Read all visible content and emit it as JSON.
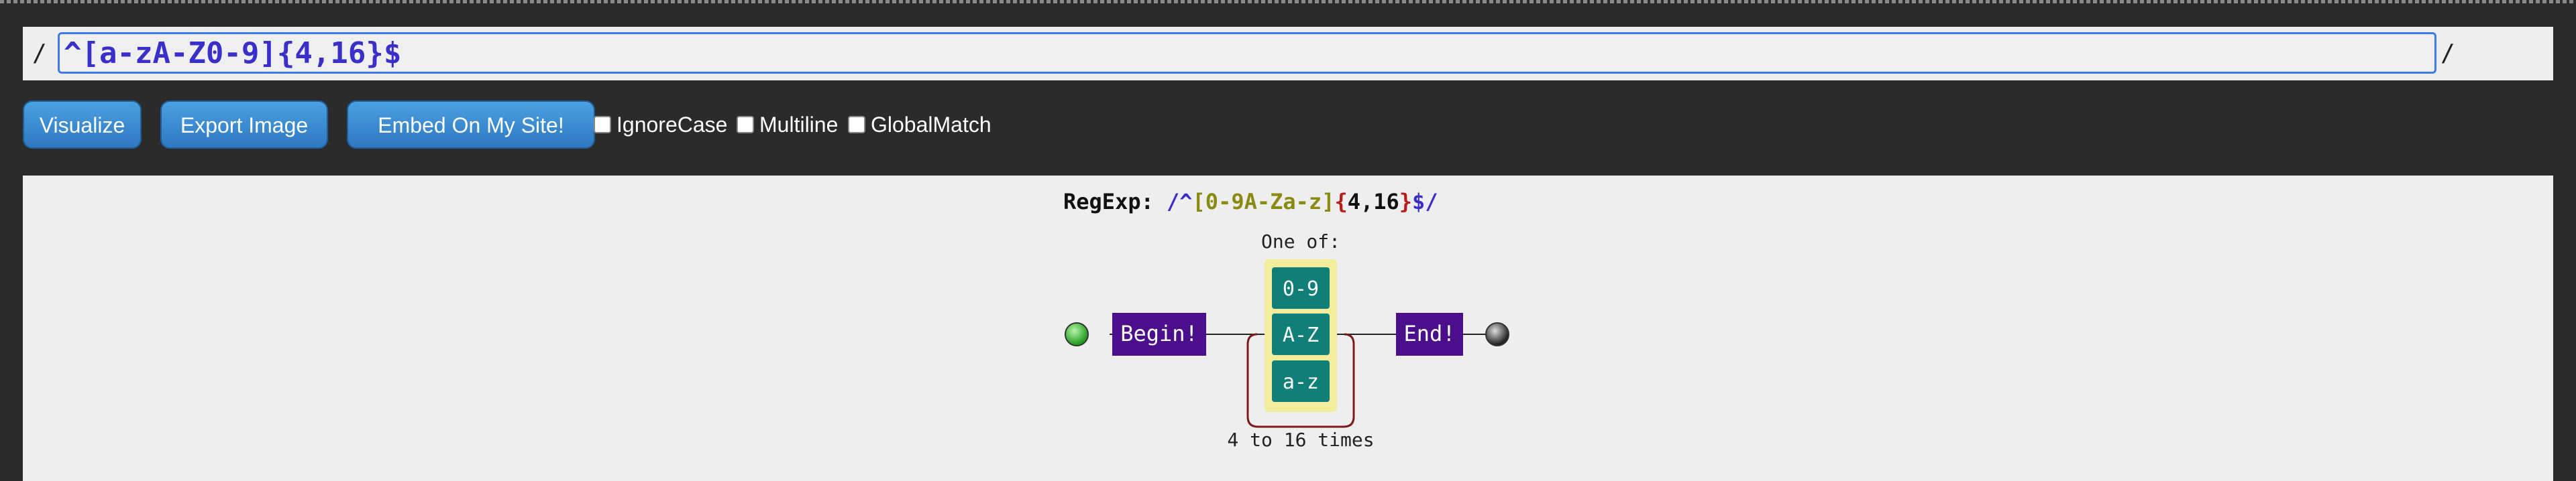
{
  "regex_bar": {
    "left_delimiter": "/",
    "right_delimiter": "/",
    "pattern": "^[a-zA-Z0-9]{4,16}$"
  },
  "toolbar": {
    "visualize_label": "Visualize",
    "export_label": "Export Image",
    "embed_label": "Embed On My Site!"
  },
  "options": {
    "ignore_case": {
      "label": "IgnoreCase",
      "checked": false
    },
    "multiline": {
      "label": "Multiline",
      "checked": false
    },
    "global_match": {
      "label": "GlobalMatch",
      "checked": false
    }
  },
  "diagram": {
    "regexp_label": "RegExp:",
    "regexp_open": "/^",
    "regexp_class_open": "[",
    "regexp_class_body": "0-9A-Za-z",
    "regexp_class_close": "]",
    "regexp_quant_open": "{",
    "regexp_quant_body": "4,16",
    "regexp_quant_close": "}",
    "regexp_end": "$/",
    "one_of_label": "One of:",
    "begin_label": "Begin!",
    "end_label": "End!",
    "ranges": [
      "0-9",
      "A-Z",
      "a-z"
    ],
    "repeat_label": "4 to 16 times"
  },
  "colors": {
    "assertion_bg": "#4b0f8c",
    "range_bg": "#0f7f78",
    "class_highlight": "#f3ec9a",
    "loop_stroke": "#7a1a1a",
    "class_text": "#8a8a10",
    "quant_text": "#b81c1c",
    "delim_text": "#3a2ec4"
  }
}
